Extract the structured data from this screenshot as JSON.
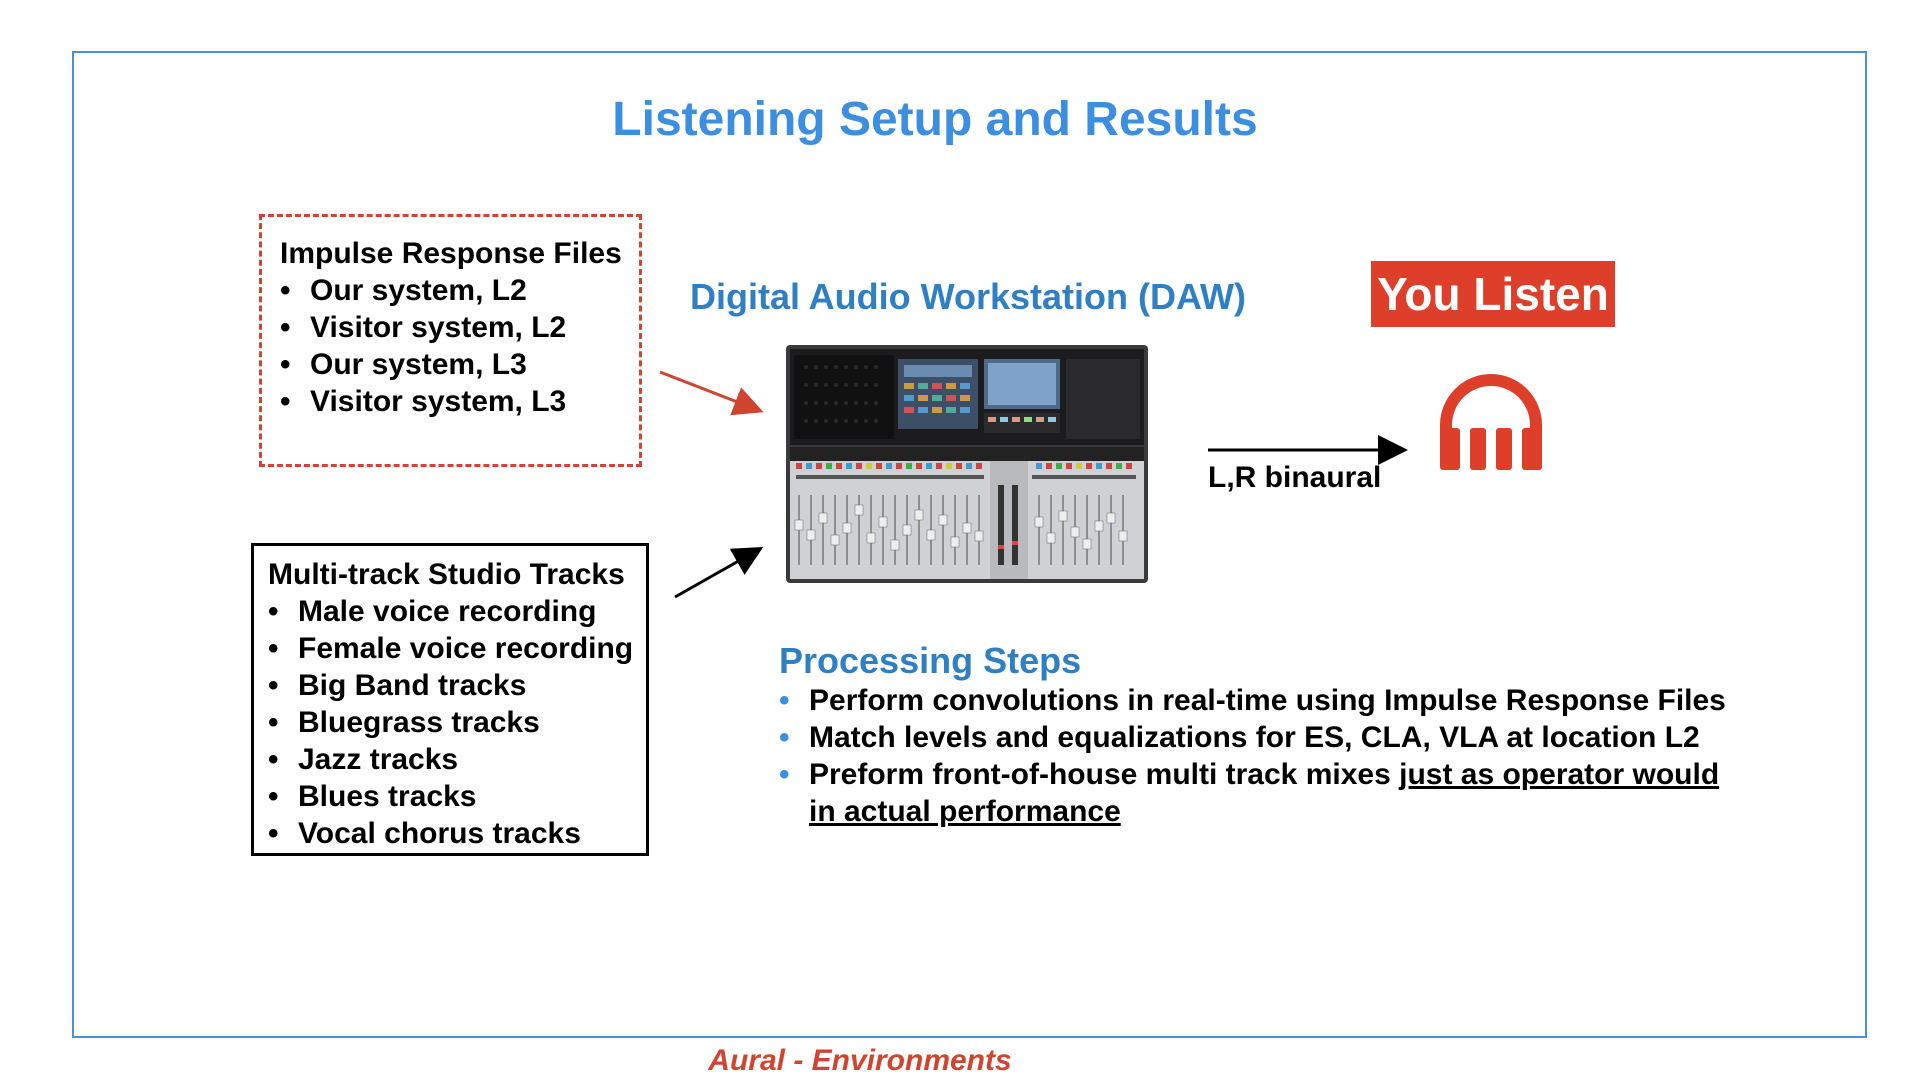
{
  "title": "Listening Setup and Results",
  "impulse_response": {
    "heading": "Impulse Response Files",
    "items": [
      "Our system, L2",
      "Visitor  system, L2",
      "Our system, L3",
      "Visitor system, L3"
    ]
  },
  "studio_tracks": {
    "heading": "Multi-track Studio Tracks",
    "items": [
      "Male voice recording",
      "Female voice recording",
      "Big Band tracks",
      "Bluegrass tracks",
      "Jazz tracks",
      "Blues tracks",
      "Vocal chorus tracks"
    ]
  },
  "daw": {
    "heading": "Digital Audio Workstation (DAW)"
  },
  "output": {
    "you_listen": "You Listen",
    "arrow_label": "L,R binaural"
  },
  "processing": {
    "heading": "Processing Steps",
    "step1": "Perform convolutions in real-time using Impulse Response Files",
    "step2": "Match levels and equalizations for ES, CLA, VLA at location L2",
    "step3_prefix": "Preform front-of-house multi track mixes ",
    "step3_link1": "just as operator would",
    "step3_link2": "in actual performance"
  },
  "footer": "Aural - Environments",
  "colors": {
    "title_blue": "#3b8ee0",
    "text_blue": "#2f7fc4",
    "accent_red": "#dd3f2a",
    "frame_blue": "#4a90d9"
  }
}
